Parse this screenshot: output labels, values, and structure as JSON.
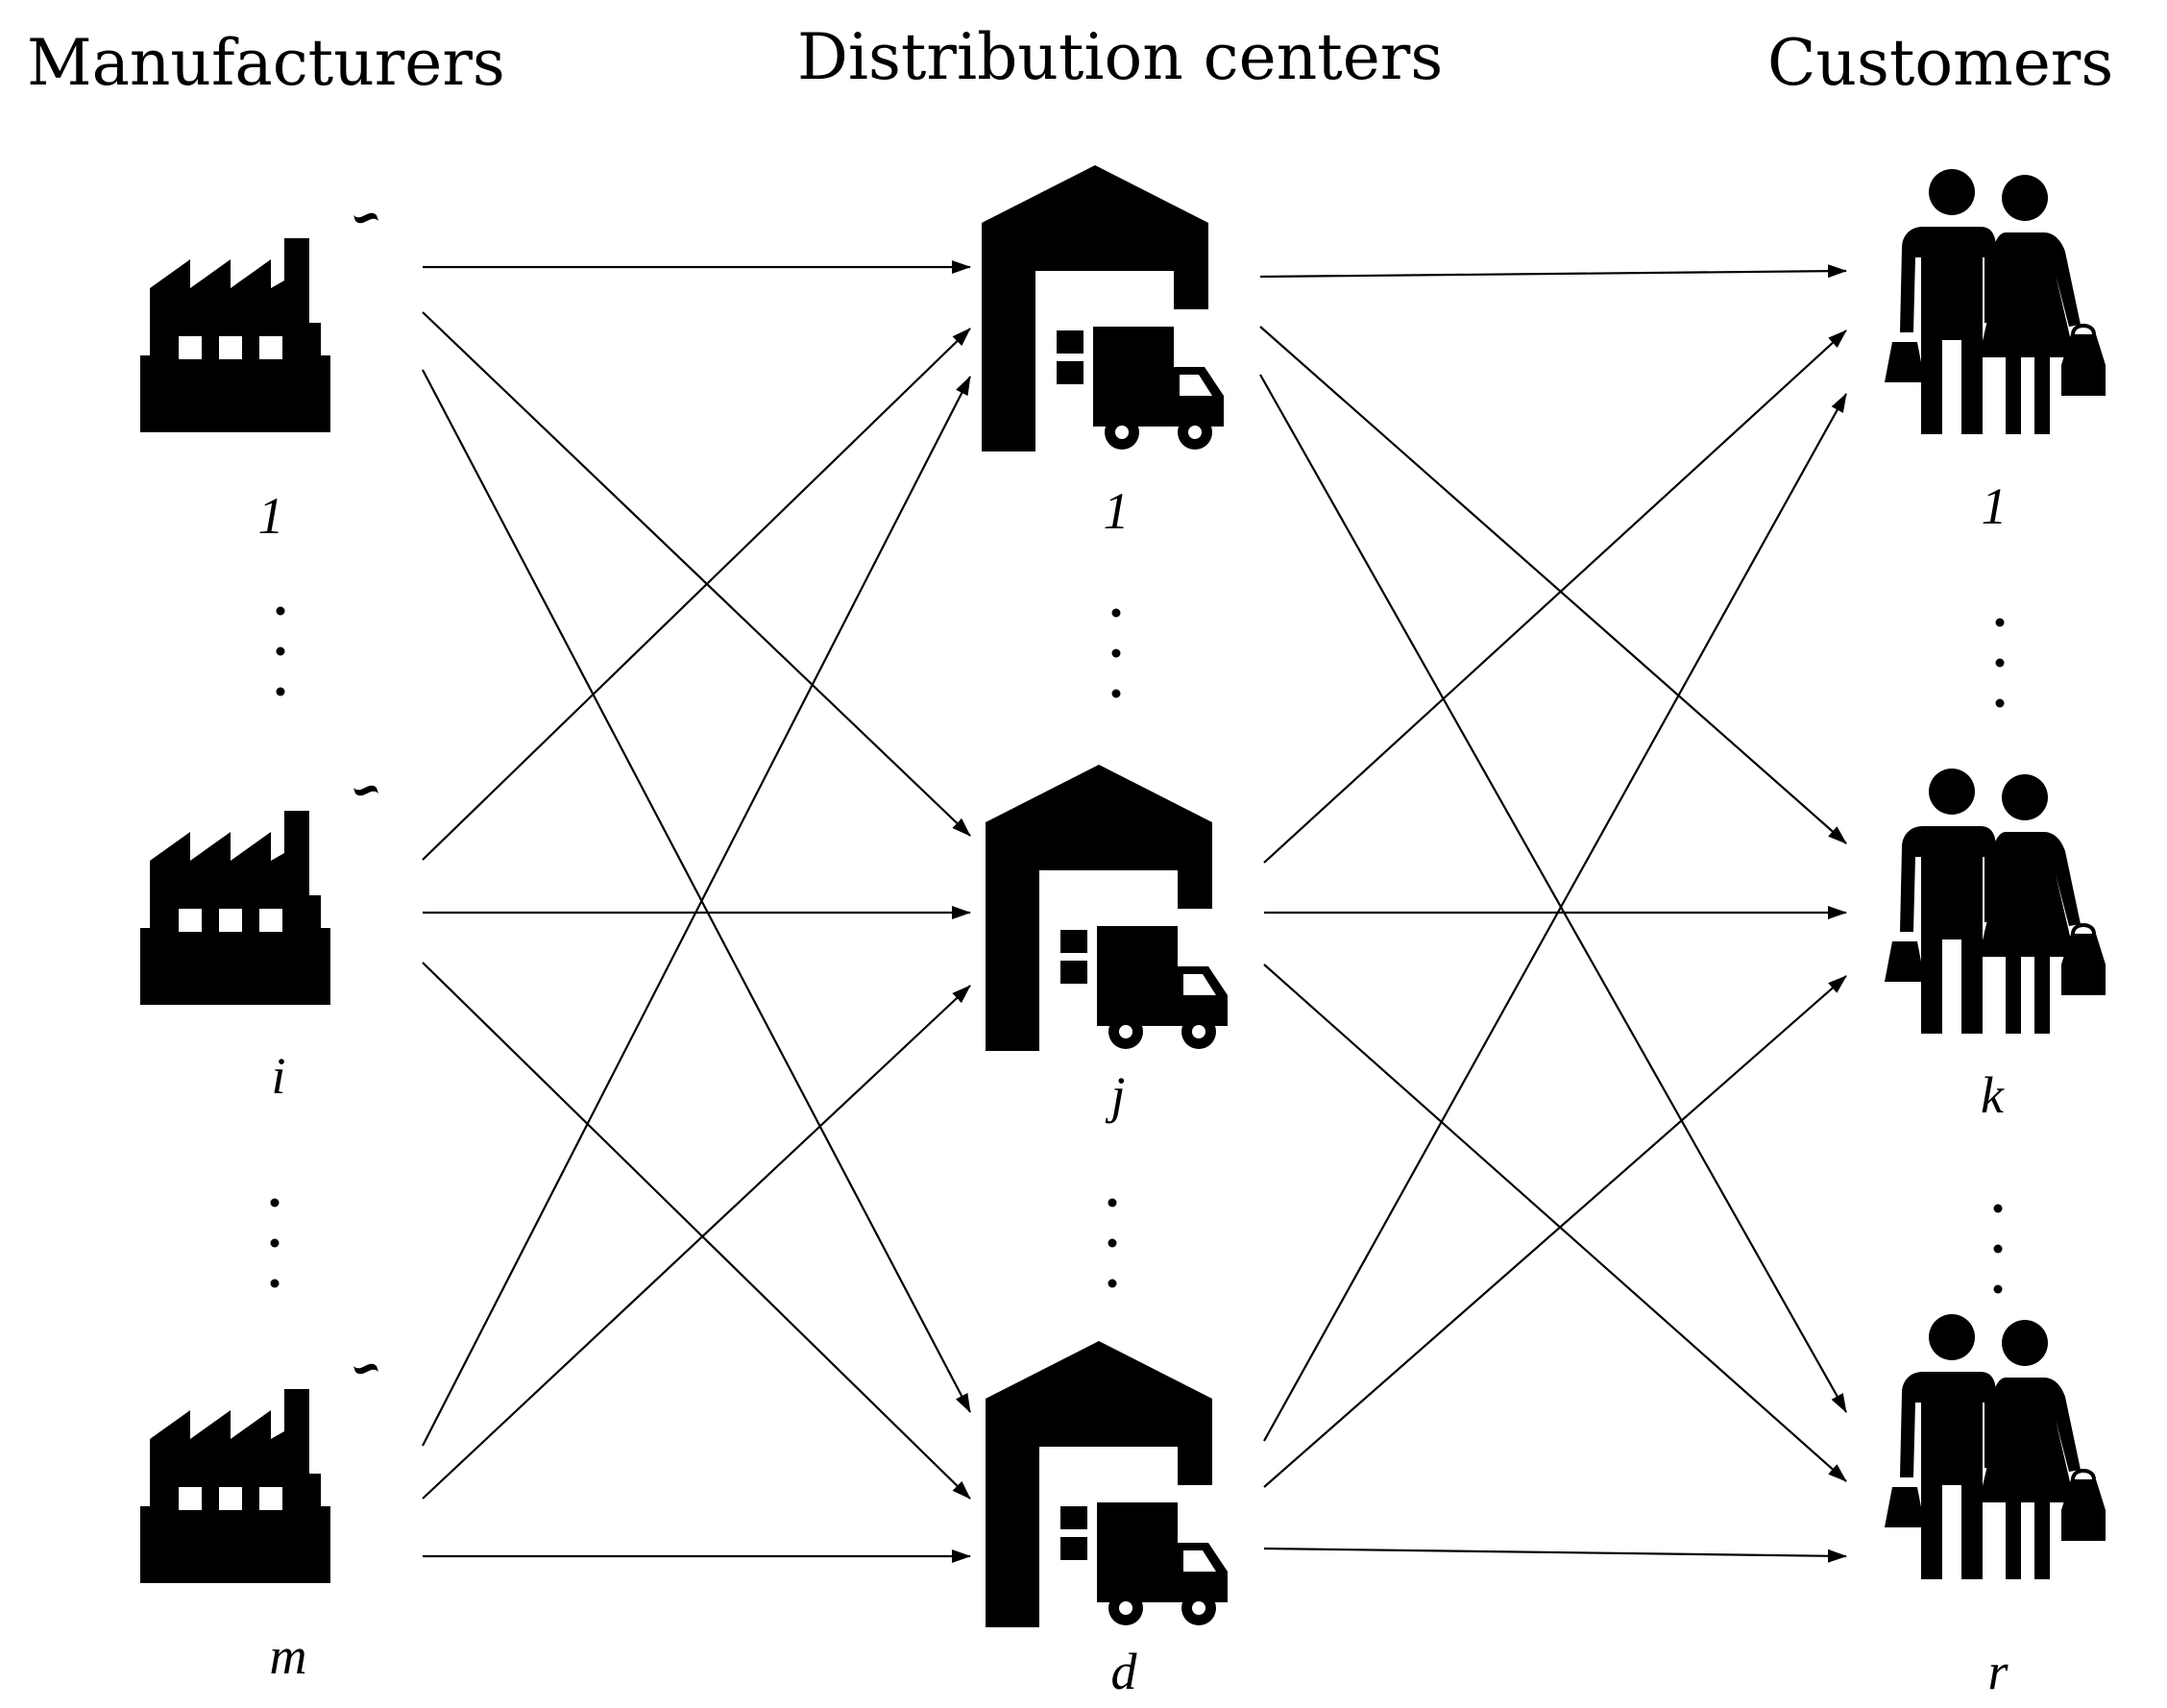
{
  "headers": {
    "manufacturers": "Manufacturers",
    "distribution_centers": "Distribution centers",
    "customers": "Customers"
  },
  "manufacturers": {
    "icon": "factory-icon",
    "nodes": [
      {
        "label": "1"
      },
      {
        "label": "i"
      },
      {
        "label": "m"
      }
    ]
  },
  "distribution_centers": {
    "icon": "warehouse-truck-icon",
    "nodes": [
      {
        "label": "1"
      },
      {
        "label": "j"
      },
      {
        "label": "d"
      }
    ]
  },
  "customers": {
    "icon": "shoppers-icon",
    "nodes": [
      {
        "label": "1"
      },
      {
        "label": "k"
      },
      {
        "label": "r"
      }
    ]
  },
  "ellipsis_icon": "vertical-ellipsis-icon",
  "edges": {
    "manufacturers_to_distribution_centers": "all-to-all",
    "distribution_centers_to_customers": "all-to-all"
  },
  "colors": {
    "foreground": "#000000",
    "background": "#ffffff"
  }
}
